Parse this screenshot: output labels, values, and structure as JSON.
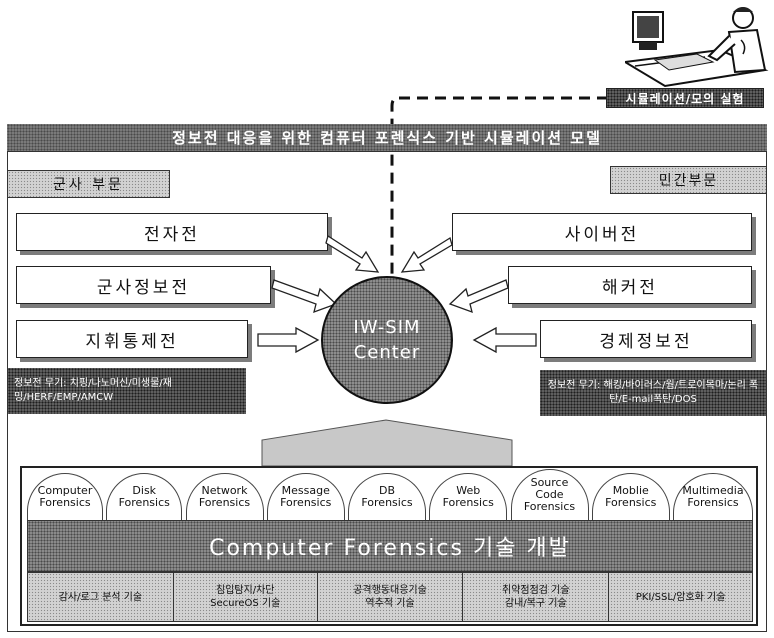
{
  "sim_label": "시뮬레이션/모의 실험",
  "title": "정보전 대응을 위한 컴퓨터 포렌식스 기반 시뮬레이션 모델",
  "left_header": "군사 부문",
  "right_header": "민간부문",
  "left_boxes": [
    "전자전",
    "군사정보전",
    "지휘통제전"
  ],
  "right_boxes": [
    "사이버전",
    "해커전",
    "경제정보전"
  ],
  "center": {
    "line1": "IW-SIM",
    "line2": "Center"
  },
  "left_weapons": [
    "정보전 무기: 치핑/나노머신/미생물/재밍/HERF/EMP/AMCW"
  ],
  "right_weapons": [
    "정보전 무기: 해킹/바이러스/웜/트로이목마/논리 폭탄/E-mail폭탄/DOS"
  ],
  "forensics_tabs": [
    [
      "Computer",
      "Forensics"
    ],
    [
      "Disk",
      "Forensics"
    ],
    [
      "Network",
      "Forensics"
    ],
    [
      "Message",
      "Forensics"
    ],
    [
      "DB",
      "Forensics"
    ],
    [
      "Web",
      "Forensics"
    ],
    [
      "Source",
      "Code",
      "Forensics"
    ],
    [
      "Moblie",
      "Forensics"
    ],
    [
      "Multimedia",
      "Forensics"
    ]
  ],
  "dev_banner": "Computer Forensics 기술 개발",
  "bottom_cells": [
    [
      "감사/로그 분석 기술"
    ],
    [
      "침입탐지/차단",
      "SecureOS 기술"
    ],
    [
      "공격행동대응기술",
      "역추적 기술"
    ],
    [
      "취약점점검 기술",
      "감내/복구 기술"
    ],
    [
      "PKI/SSL/암호화 기술"
    ]
  ],
  "icon": "person-at-computer-icon",
  "colors": {
    "banner": "#7a7a7a",
    "center_circle": "#8d8d8d",
    "box_shadow": "#7c7c7c"
  }
}
